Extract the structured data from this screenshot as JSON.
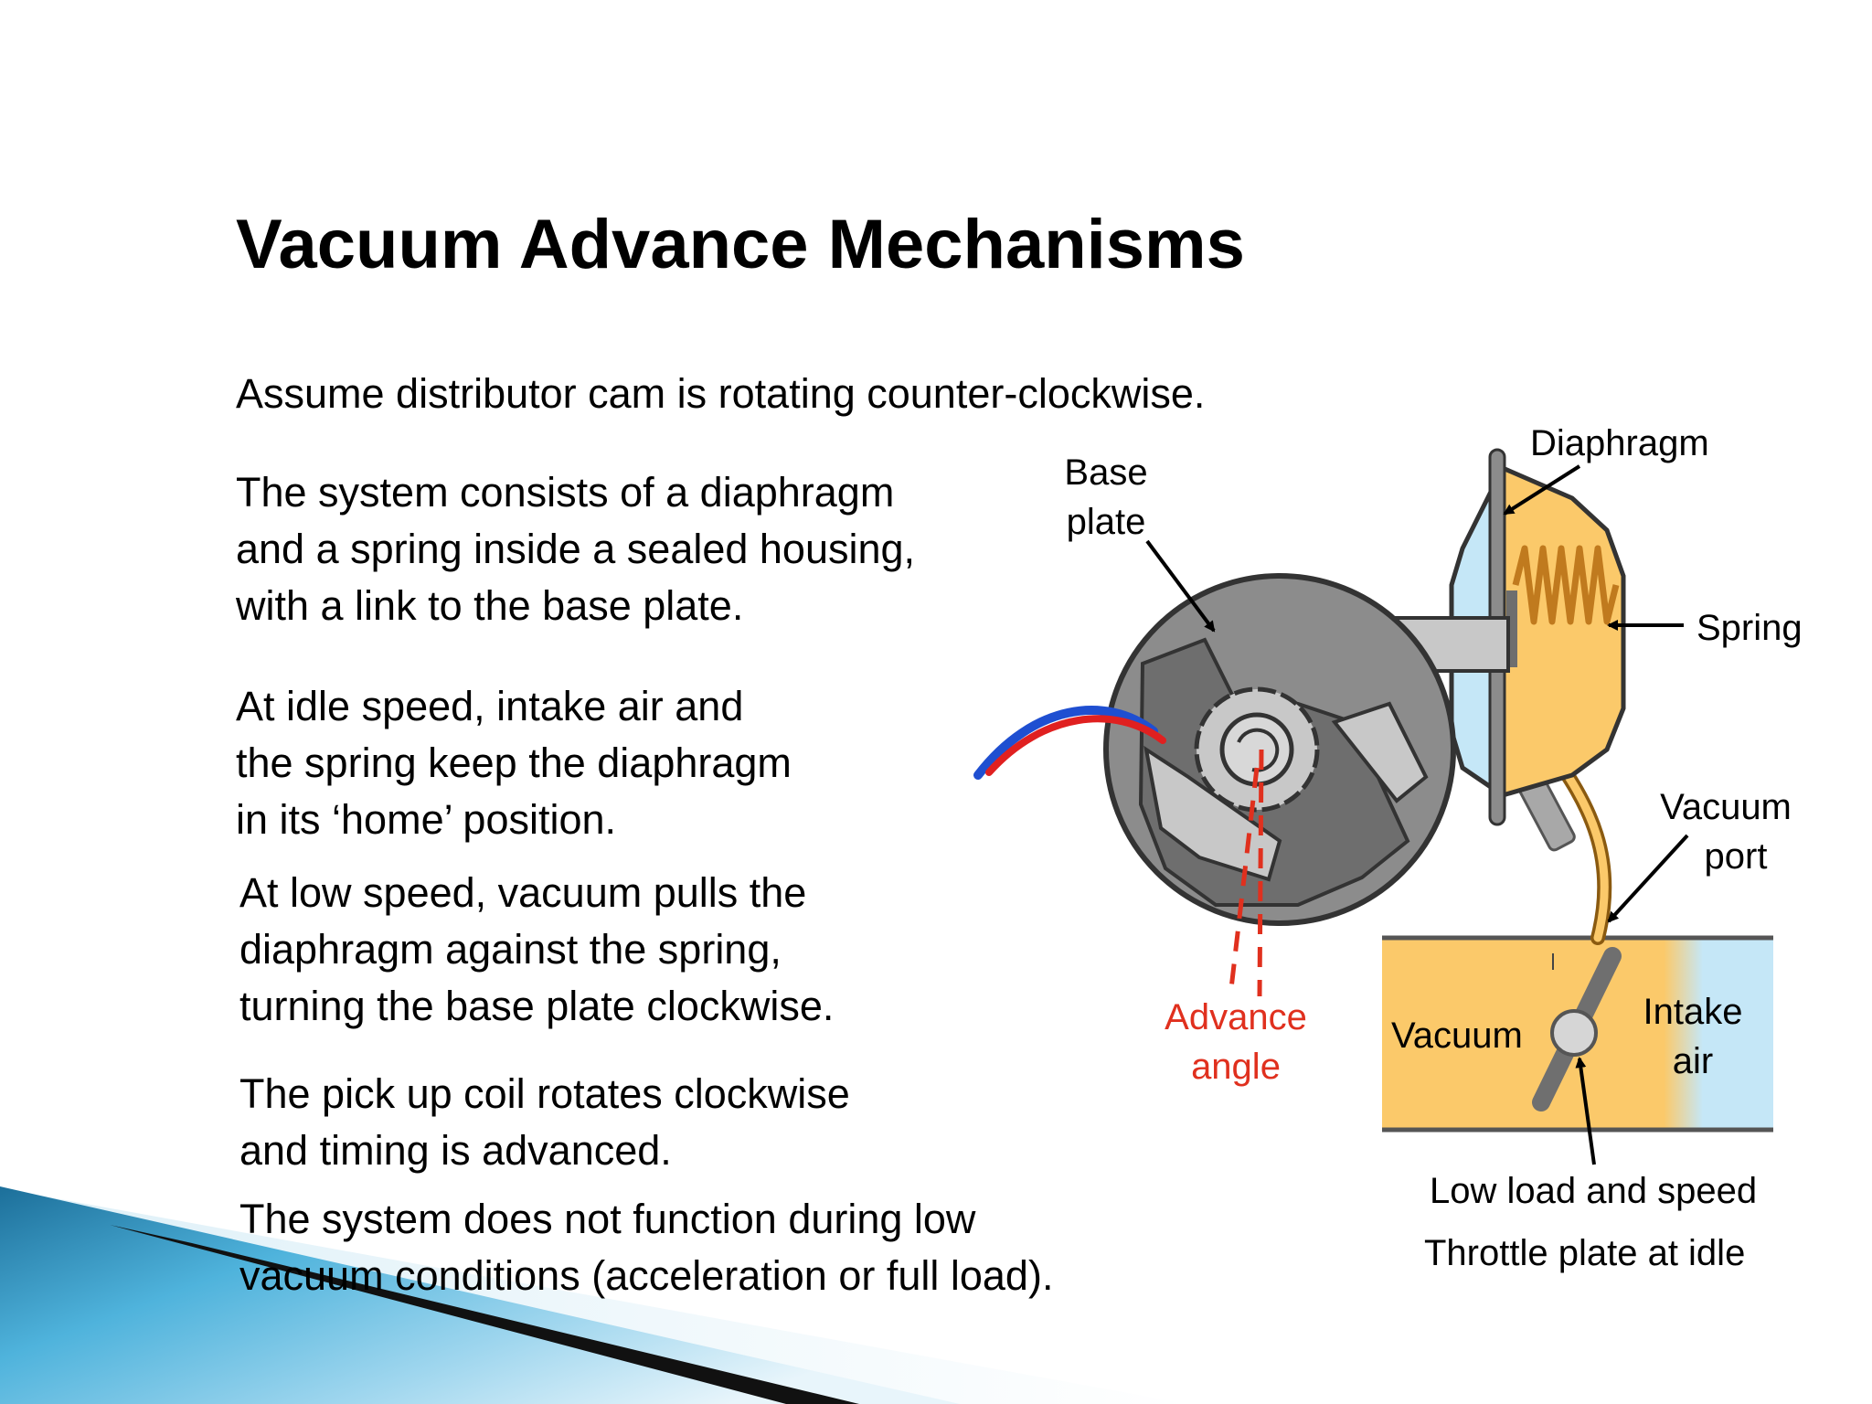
{
  "slide": {
    "title": "Vacuum Advance Mechanisms",
    "paragraphs": [
      {
        "lines": [
          "Assume distributor cam is rotating counter-clockwise."
        ]
      },
      {
        "lines": [
          "The system consists of a diaphragm",
          "and a spring inside a sealed housing,",
          "with a link to the base plate."
        ]
      },
      {
        "lines": [
          "At idle speed, intake air and",
          "the spring keep the diaphragm",
          "in its ‘home’ position."
        ]
      },
      {
        "lines": [
          "At low speed, vacuum pulls the",
          "diaphragm against the spring,",
          "turning the base plate clockwise."
        ]
      },
      {
        "lines": [
          "The pick up coil rotates clockwise",
          "and timing is advanced."
        ]
      },
      {
        "lines": [
          "The system does not function during low",
          "vacuum conditions (acceleration or full load)."
        ]
      }
    ]
  },
  "diagram": {
    "labels": {
      "base_plate": [
        "Base",
        "plate"
      ],
      "diaphragm": "Diaphragm",
      "spring": "Spring",
      "vacuum_port": [
        "Vacuum",
        "port"
      ],
      "advance_angle": [
        "Advance",
        "angle"
      ],
      "vacuum": "Vacuum",
      "intake_air": [
        "Intake",
        "air"
      ],
      "low_load": "Low load and speed",
      "throttle_plate": "Throttle plate at idle"
    },
    "colors": {
      "vacuum_fill": "#fbc96a",
      "air_fill": "#c5e7f7",
      "metal_dark": "#6e6e6e",
      "metal_mid": "#8c8c8c",
      "metal_light": "#c8c8c8",
      "spring": "#c07a1e",
      "advance_red": "#e0301e",
      "wire_blue": "#1f4fd1",
      "wire_red": "#e02020",
      "slide_accent": "#2a9fd0"
    }
  }
}
